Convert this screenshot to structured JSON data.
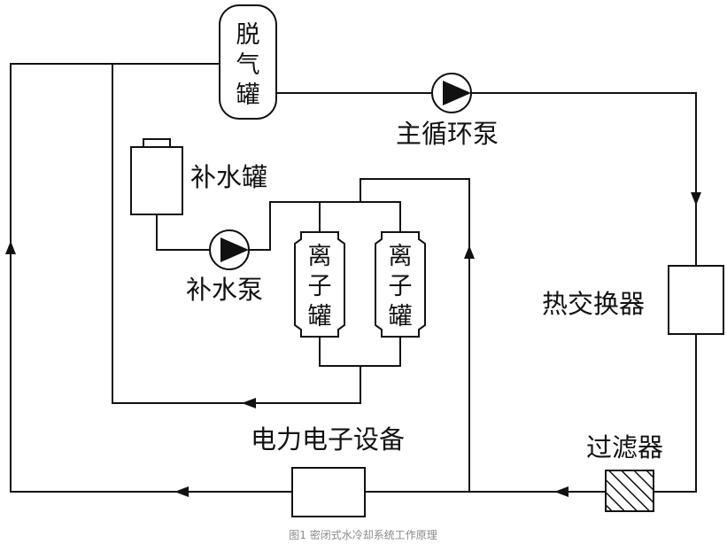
{
  "diagram": {
    "labels": {
      "degas_tank": "脱气罐",
      "main_pump": "主循环泵",
      "makeup_tank": "补水罐",
      "makeup_pump": "补水泵",
      "ion_tank_1": "离子罐",
      "ion_tank_2": "离子罐",
      "heat_exchanger": "热交换器",
      "filter": "过滤器",
      "power_equipment": "电力电子设备"
    },
    "caption": "图1 密闭式水冷却系统工作原理"
  }
}
